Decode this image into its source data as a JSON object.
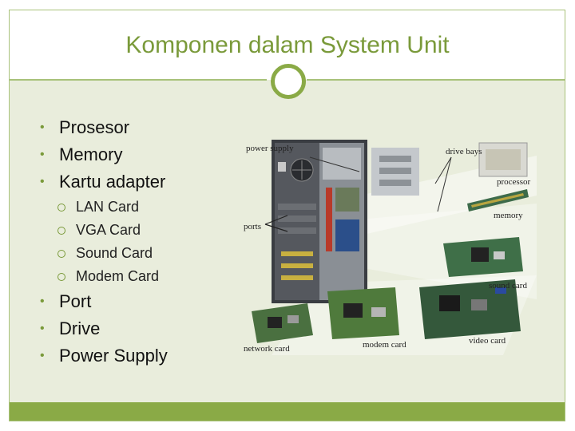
{
  "slide": {
    "title": "Komponen dalam System Unit",
    "colors": {
      "accent": "#8aaa46",
      "title": "#7a9a3a",
      "content_bg": "#e9eddc"
    }
  },
  "bullets": [
    {
      "text": "Prosesor",
      "level": 1
    },
    {
      "text": "Memory",
      "level": 1
    },
    {
      "text": "Kartu adapter",
      "level": 1
    },
    {
      "text": "LAN Card",
      "level": 2
    },
    {
      "text": "VGA Card",
      "level": 2
    },
    {
      "text": "Sound Card",
      "level": 2
    },
    {
      "text": "Modem Card",
      "level": 2
    },
    {
      "text": "Port",
      "level": 1
    },
    {
      "text": "Drive",
      "level": 1
    },
    {
      "text": "Power Supply",
      "level": 1
    }
  ],
  "figure": {
    "labels": {
      "power_supply": "power supply",
      "drive_bays": "drive bays",
      "processor": "processor",
      "memory": "memory",
      "ports": "ports",
      "sound_card": "sound card",
      "network_card": "network card",
      "modem_card": "modem card",
      "video_card": "video card"
    }
  }
}
